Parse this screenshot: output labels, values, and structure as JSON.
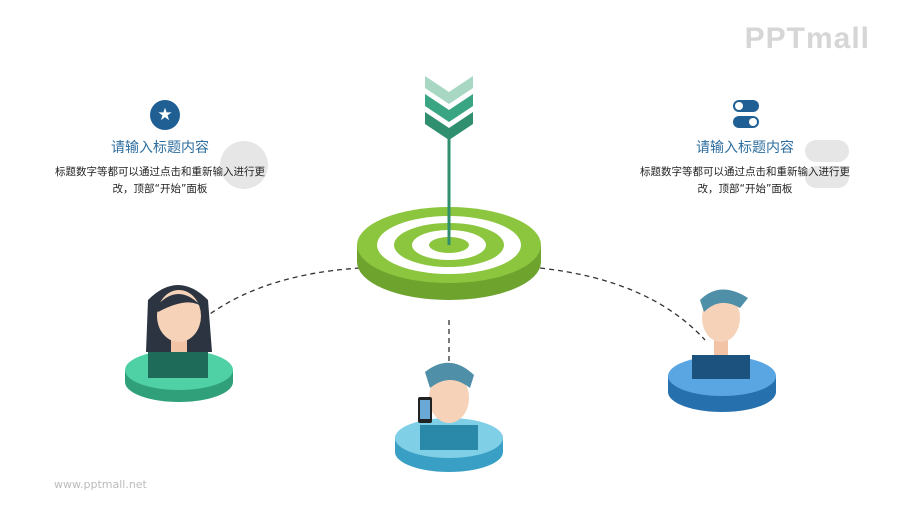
{
  "brand": {
    "logo": "PPTmall",
    "url": "www.pptmall.net"
  },
  "left_block": {
    "icon": "star-icon",
    "title": "请输入标题内容",
    "desc_line1": "标题数字等都可以通过点击和重新输入进行更",
    "desc_line2": "改，顶部“开始”面板"
  },
  "right_block": {
    "icon": "toggle-icon",
    "title": "请输入标题内容",
    "desc_line1": "标题数字等都可以通过点击和重新输入进行更",
    "desc_line2": "改，顶部“开始”面板"
  },
  "colors": {
    "accent_blue": "#1f5f94",
    "target_green": "#8cc63f",
    "title_blue": "#2e6e9e",
    "platform_teal": "#4cc9a0",
    "platform_lightblue": "#5bbcd9",
    "platform_blue": "#3c8fd6"
  }
}
